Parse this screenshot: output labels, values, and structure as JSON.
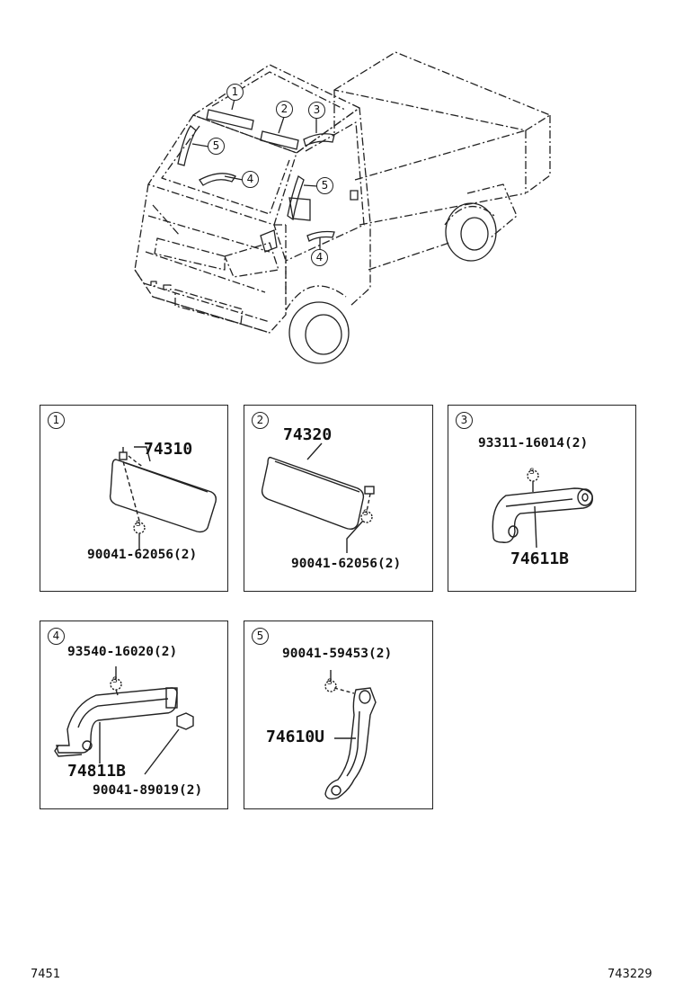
{
  "overview": {
    "callouts": [
      "1",
      "2",
      "3",
      "5",
      "4",
      "5",
      "4"
    ]
  },
  "panels": [
    {
      "callout": "1",
      "labels": [
        "74310",
        "90041-62056(2)"
      ]
    },
    {
      "callout": "2",
      "labels": [
        "74320",
        "90041-62056(2)"
      ]
    },
    {
      "callout": "3",
      "labels": [
        "93311-16014(2)",
        "74611B"
      ]
    },
    {
      "callout": "4",
      "labels": [
        "93540-16020(2)",
        "74811B",
        "90041-89019(2)"
      ]
    },
    {
      "callout": "5",
      "labels": [
        "90041-59453(2)",
        "74610U"
      ]
    }
  ],
  "screw_symbol": "S",
  "footer": {
    "left_code": "7451",
    "right_code": "743229"
  }
}
